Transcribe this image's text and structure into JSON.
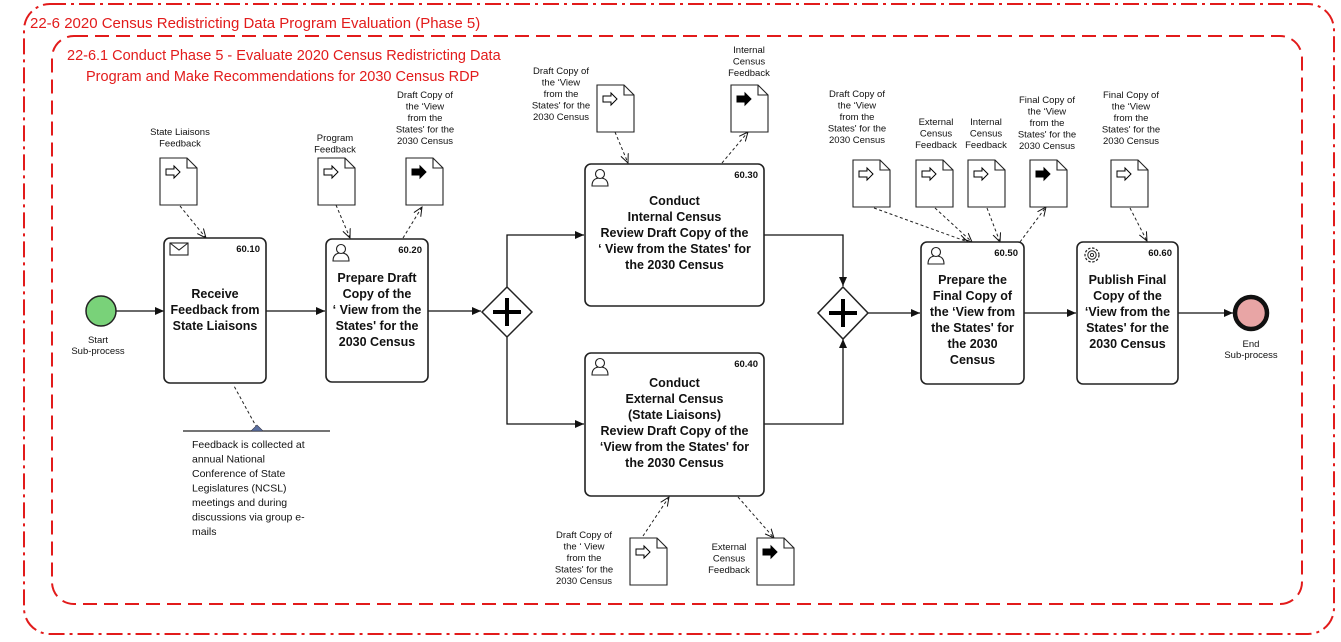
{
  "outer_pool": {
    "title": "22-6 2020 Census Redistricting Data Program Evaluation (Phase 5)"
  },
  "subprocess": {
    "title_line1": "22-6.1 Conduct Phase 5 - Evaluate 2020 Census Redistricting Data",
    "title_line2": "Program and Make Recommendations for 2030 Census RDP"
  },
  "events": {
    "start": {
      "lines": [
        "Start",
        "Sub-process"
      ],
      "color": "#79d279"
    },
    "end": {
      "lines": [
        "End",
        "Sub-process"
      ],
      "color": "#e8a5a5"
    }
  },
  "tasks": [
    {
      "id": "60.10",
      "icon": "envelope-icon",
      "lines": [
        "Receive",
        "Feedback from",
        "State Liaisons"
      ]
    },
    {
      "id": "60.20",
      "icon": "user-icon",
      "lines": [
        "Prepare Draft",
        "Copy of the",
        "‘ View from the",
        "States' for the",
        "2030 Census"
      ]
    },
    {
      "id": "60.30",
      "icon": "user-icon",
      "lines": [
        "Conduct",
        "Internal Census",
        "Review Draft Copy of the",
        "‘ View from the States' for",
        "the 2030 Census"
      ]
    },
    {
      "id": "60.40",
      "icon": "user-icon",
      "lines": [
        "Conduct",
        "External Census",
        "(State Liaisons)",
        "Review Draft Copy of the",
        "‘View from the States' for",
        "the 2030 Census"
      ]
    },
    {
      "id": "60.50",
      "icon": "user-icon",
      "lines": [
        "Prepare the",
        "Final Copy of",
        "the ‘View from",
        "the States' for",
        "the 2030",
        "Census"
      ]
    },
    {
      "id": "60.60",
      "icon": "gear-icon",
      "lines": [
        "Publish Final",
        "Copy of the",
        "‘View from the",
        "States' for the",
        "2030 Census"
      ]
    }
  ],
  "data_objects": [
    {
      "kind": "input",
      "lines": [
        "State Liaisons",
        "Feedback"
      ]
    },
    {
      "kind": "input",
      "lines": [
        "Program",
        "Feedback"
      ]
    },
    {
      "kind": "output",
      "lines": [
        "Draft  Copy of",
        "the ‘View",
        "from the",
        "States' for the",
        "2030 Census"
      ]
    },
    {
      "kind": "input",
      "lines": [
        "Draft  Copy of",
        "the ‘View",
        "from the",
        "States' for the",
        "2030 Census"
      ]
    },
    {
      "kind": "output",
      "lines": [
        "Internal",
        "Census",
        "Feedback"
      ]
    },
    {
      "kind": "input",
      "lines": [
        "Draft  Copy of",
        "the ‘ View",
        "from the",
        "States' for the",
        "2030 Census"
      ]
    },
    {
      "kind": "output",
      "lines": [
        "External",
        "Census",
        "Feedback"
      ]
    },
    {
      "kind": "input",
      "lines": [
        "Draft  Copy of",
        "the ‘View",
        "from the",
        "States' for the",
        "2030 Census"
      ]
    },
    {
      "kind": "input",
      "lines": [
        "External",
        "Census",
        "Feedback"
      ]
    },
    {
      "kind": "input",
      "lines": [
        "Internal",
        "Census",
        "Feedback"
      ]
    },
    {
      "kind": "output",
      "lines": [
        "Final Copy of",
        "the ‘View",
        "from the",
        "States' for the",
        "2030 Census"
      ]
    },
    {
      "kind": "input",
      "lines": [
        "Final Copy of",
        "the ‘View",
        "from the",
        "States' for the",
        "2030 Census"
      ]
    }
  ],
  "annotation": {
    "lines": [
      "Feedback is collected at",
      "annual National",
      "Conference of State",
      "Legislatures (NCSL)",
      "meetings and during",
      "discussions via group e-",
      "mails"
    ]
  },
  "gateways": [
    {
      "type": "parallel",
      "symbol": "+"
    },
    {
      "type": "parallel",
      "symbol": "+"
    }
  ],
  "colors": {
    "boundary": "#e21b1b",
    "line": "#111111"
  }
}
